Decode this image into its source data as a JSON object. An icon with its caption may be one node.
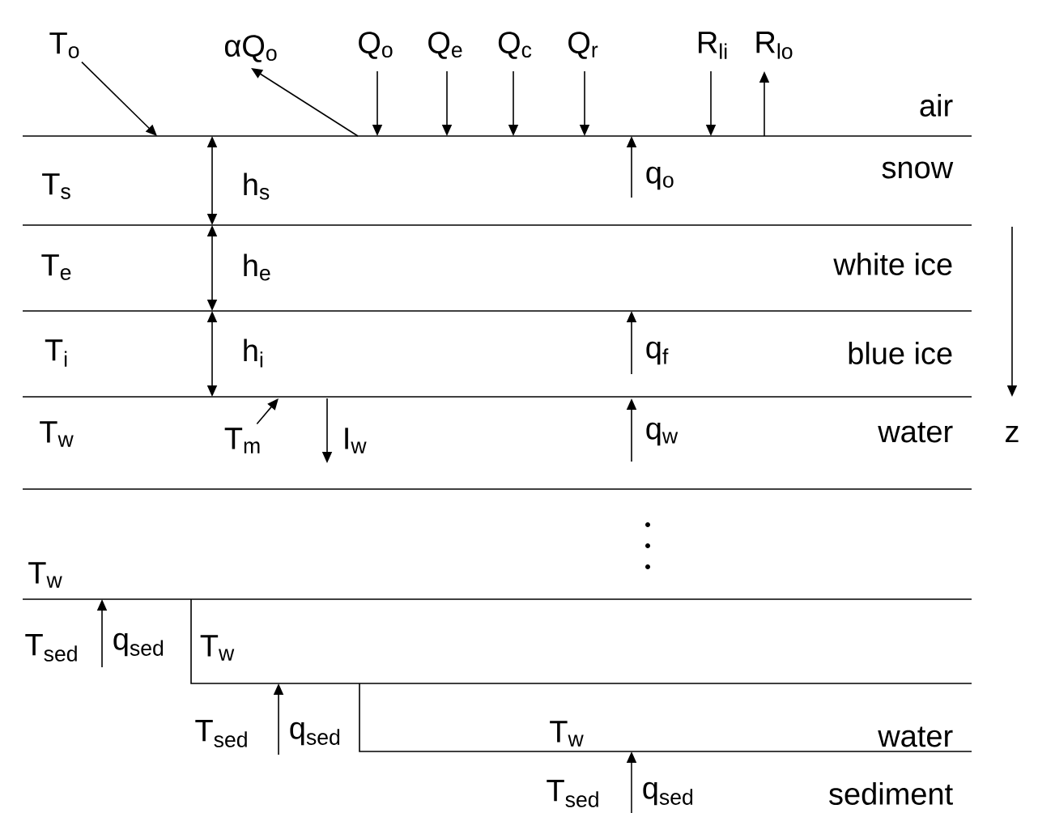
{
  "diagram": {
    "nodes": [
      {
        "text": [
          "T$_{o}$"
        ]
      },
      {
        "text": [
          "T$_{m}$"
        ]
      }
    ],
    "edges": [
      {
        "from": 0,
        "to": null,
        "arrow": "to"
      },
      {
        "from": 1,
        "to": null,
        "arrow": "to"
      }
    ],
    "labels": [
      "αQ$_{o}$",
      "Q$_{o}$",
      "Q$_{e}$",
      "Q$_{c}$",
      "Q$_{r}$",
      "R$_{li}$",
      "R$_{lo}$",
      "air",
      "T$_{s}$",
      "h$_{s}$",
      "q$_{o}$",
      "snow",
      "T$_{e}$",
      "h$_{e}$",
      "white ice",
      "T$_{i}$",
      "h$_{i}$",
      "q$_{f}$",
      "blue ice",
      "T$_{w}$",
      "I$_{w}$",
      "q$_{w}$",
      "water",
      "z",
      "T$_{w}$",
      "T$_{sed}$",
      "q$_{sed}$",
      "T$_{w}$",
      "T$_{sed}$",
      "q$_{sed}$",
      "T$_{w}$",
      "water",
      "T$_{sed}$",
      "q$_{sed}$",
      "sediment"
    ]
  }
}
